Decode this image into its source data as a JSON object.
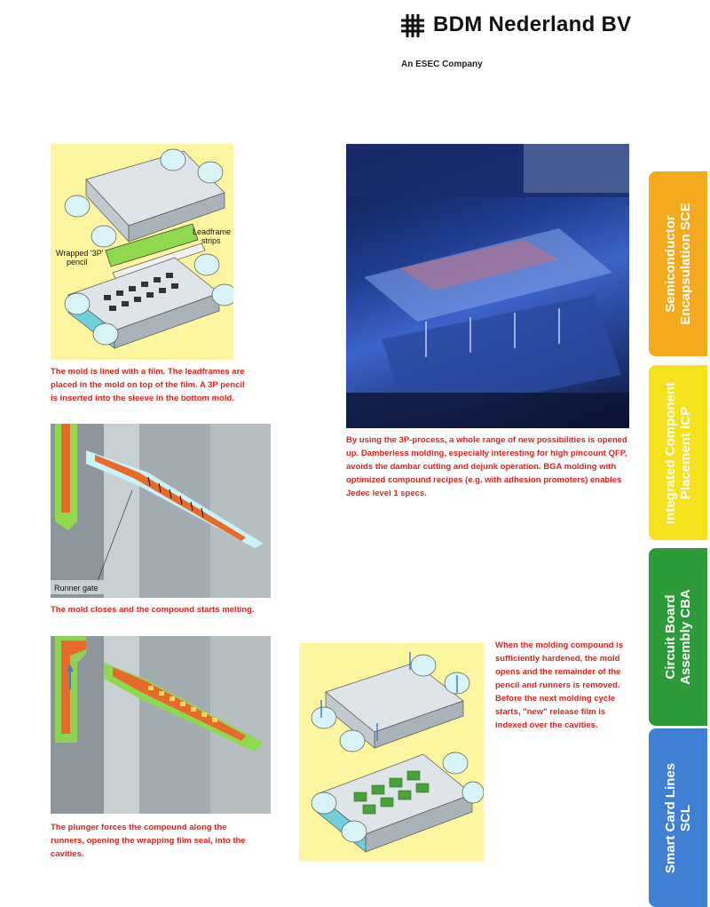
{
  "header": {
    "company_name": "BDM Nederland BV",
    "tagline": "An ESEC Company"
  },
  "figures": {
    "fig1": {
      "label_film": "Wrapped '3P'",
      "label_film2": "pencil",
      "label_strips": "Leadframe",
      "label_strips2": "strips"
    },
    "fig3": {
      "label_gate": "Runner gate"
    }
  },
  "captions": {
    "fig1": "The mold is lined with a film. The leadframes are placed in the mold on top of the film. A 3P pencil is inserted into the sleeve in the bottom mold.",
    "photo": "By using the 3P-process, a whole range of new possibilities is opened up. Damberless molding, especially interesting for high pincount QFP, avoids the dambar cutting and dejunk operation. BGA molding with optimized compound recipes (e.g. with adhesion promoters) enables Jedec level 1 specs.",
    "fig3": "The mold closes and the compound starts melting.",
    "fig4": "The plunger forces the compound along the runners, opening the wrapping film seal, into the cavities.",
    "fig5": "When the molding compound is sufficiently hardened, the mold opens and the remainder of the pencil and runners is removed. Before the next molding cycle starts, \"new\" release film is indexed over the cavities."
  },
  "tabs": [
    {
      "line1": "Semiconductor",
      "line2": "Encapsulation SCE",
      "color": "#f5a91d"
    },
    {
      "line1": "Integrated Component",
      "line2": "Placement ICP",
      "color": "#f4e31c"
    },
    {
      "line1": "Circuit Board",
      "line2": "Assembly CBA",
      "color": "#2d9b3a"
    },
    {
      "line1": "Smart Card Lines",
      "line2": "SCL",
      "color": "#3f7fd4"
    }
  ],
  "colors": {
    "caption_red": "#e3231b",
    "figure_yellow": "#fdf6a0",
    "mold_gray": "#9aa3a8"
  }
}
